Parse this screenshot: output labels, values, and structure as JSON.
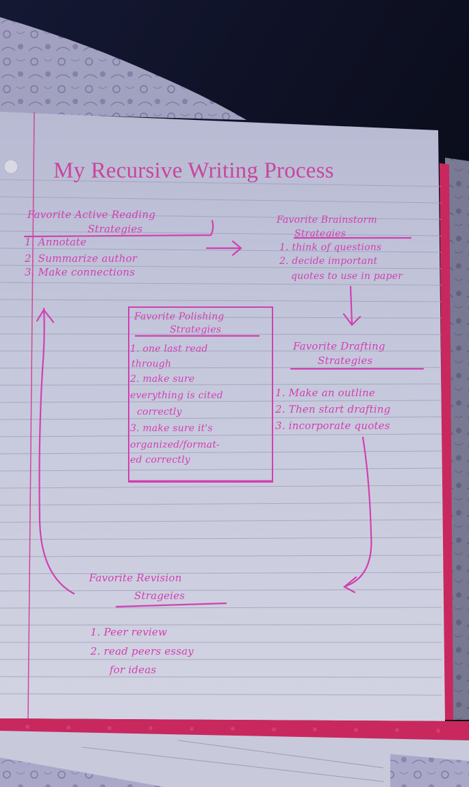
{
  "page": {
    "title": "My Recursive Writing Process",
    "colors": {
      "ink": "#d23fb2",
      "paper": "#c3c6dc",
      "margin_line": "#d2459a",
      "rule_line": "#9a9cb4",
      "binding_strip": "#c8285e",
      "background_dark": "#0c0f1c"
    }
  },
  "sections": {
    "active_reading": {
      "heading_line1": "Favorite Active Reading",
      "heading_line2": "Strategies",
      "items": [
        "1. Annotate",
        "2. Summarize author",
        "3. Make connections"
      ]
    },
    "brainstorm": {
      "heading_line1": "Favorite Brainstorm",
      "heading_line2": "Strategies",
      "items": [
        "1. think of questions",
        "2. decide important",
        "quotes to use in paper"
      ]
    },
    "polishing": {
      "heading_line1": "Favorite Polishing",
      "heading_line2": "Strategies",
      "items": [
        "1. one last read",
        "through",
        "2. make sure",
        "everything is cited",
        "correctly",
        "3. make sure it's",
        "organized/format-",
        "ed correctly"
      ]
    },
    "drafting": {
      "heading_line1": "Favorite Drafting",
      "heading_line2": "Strategies",
      "items": [
        "1. Make an outline",
        "2. Then start drafting",
        "3. incorporate quotes"
      ]
    },
    "revision": {
      "heading_line1": "Favorite Revision",
      "heading_line2": "Strageies",
      "items": [
        "1. Peer review",
        "2. read peers essay",
        "for ideas"
      ]
    }
  },
  "arrows": [
    {
      "from": "active_reading",
      "to": "brainstorm",
      "direction": "right"
    },
    {
      "from": "brainstorm",
      "to": "drafting",
      "direction": "down"
    },
    {
      "from": "drafting",
      "to": "revision",
      "direction": "down-left"
    },
    {
      "from": "revision",
      "to": "active_reading",
      "direction": "up"
    }
  ]
}
